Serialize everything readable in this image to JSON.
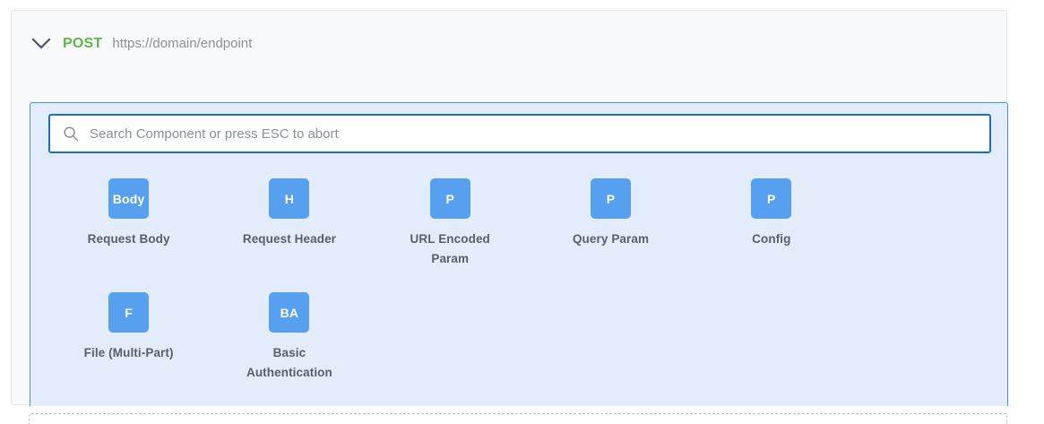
{
  "request": {
    "collapse_icon": "chevron-down-icon",
    "method": "POST",
    "url": "https://domain/endpoint"
  },
  "picker": {
    "search": {
      "icon": "search-icon",
      "value": "",
      "placeholder": "Search Component or press ESC to abort"
    },
    "components": [
      {
        "abbr": "Body",
        "label": "Request Body"
      },
      {
        "abbr": "H",
        "label": "Request Header"
      },
      {
        "abbr": "P",
        "label": "URL Encoded Param"
      },
      {
        "abbr": "P",
        "label": "Query Param"
      },
      {
        "abbr": "P",
        "label": "Config"
      },
      {
        "abbr": "F",
        "label": "File (Multi-Part)"
      },
      {
        "abbr": "BA",
        "label": "Basic Authentication"
      }
    ]
  },
  "colors": {
    "method_post": "#62b54a",
    "tile_blue": "#57a0ef",
    "panel_background": "#e3ecfb",
    "panel_border": "#4a90e2",
    "search_border": "#1b6ec2",
    "card_background": "#f7f9fa",
    "label_text": "#56606d",
    "muted_text": "#8a9099"
  }
}
